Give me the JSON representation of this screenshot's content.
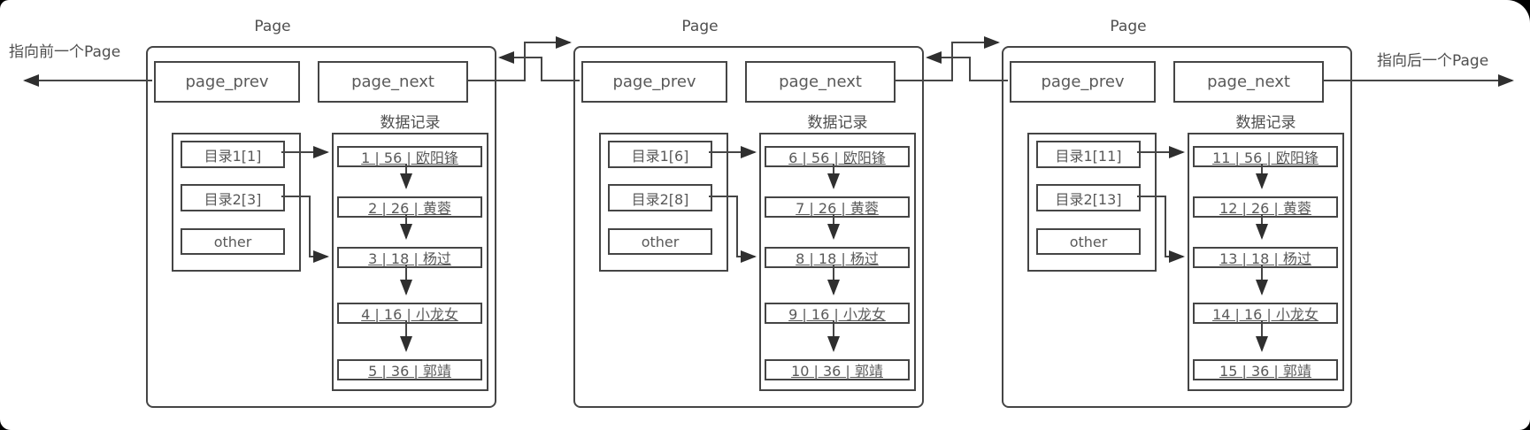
{
  "colors": {
    "background": "#000000",
    "surface": "#ffffff",
    "line": "#454545",
    "arrowhead": "#2f2f2f",
    "text": "#595959"
  },
  "labels": {
    "prev_pointer": "指向前一个Page",
    "next_pointer": "指向后一个Page"
  },
  "pages": [
    {
      "title": "Page",
      "page_prev_label": "page_prev",
      "page_next_label": "page_next",
      "records_title": "数据记录",
      "directory": [
        "目录1[1]",
        "目录2[3]",
        "other"
      ],
      "records": [
        "1 | 56 | 欧阳锋",
        "2 | 26 | 黄蓉",
        "3 | 18 | 杨过",
        "4 | 16 | 小龙女",
        "5 | 36 | 郭靖"
      ]
    },
    {
      "title": "Page",
      "page_prev_label": "page_prev",
      "page_next_label": "page_next",
      "records_title": "数据记录",
      "directory": [
        "目录1[6]",
        "目录2[8]",
        "other"
      ],
      "records": [
        "6 | 56 | 欧阳锋",
        "7 | 26 | 黄蓉",
        "8 | 18 | 杨过",
        "9 | 16 | 小龙女",
        "10 | 36 | 郭靖"
      ]
    },
    {
      "title": "Page",
      "page_prev_label": "page_prev",
      "page_next_label": "page_next",
      "records_title": "数据记录",
      "directory": [
        "目录1[11]",
        "目录2[13]",
        "other"
      ],
      "records": [
        "11 | 56 | 欧阳锋",
        "12 | 26 | 黄蓉",
        "13 | 18 | 杨过",
        "14 | 16 | 小龙女",
        "15 | 36 | 郭靖"
      ]
    }
  ]
}
